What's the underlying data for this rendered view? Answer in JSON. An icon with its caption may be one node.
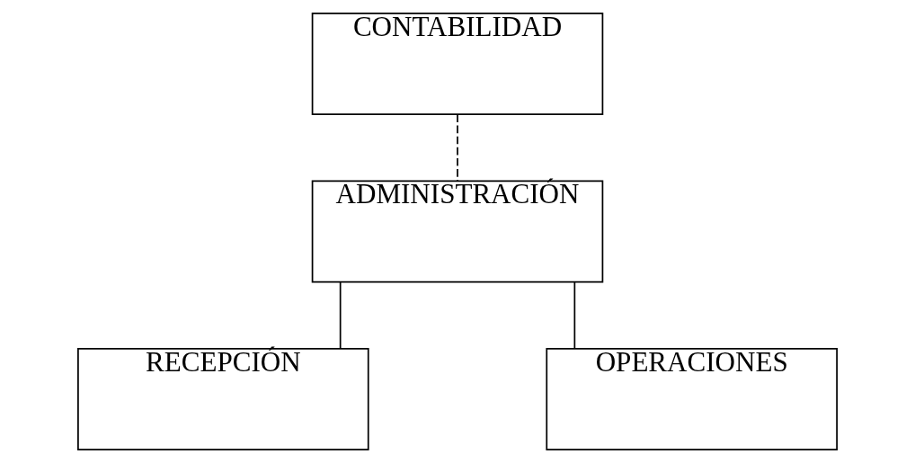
{
  "diagram": {
    "nodes": [
      {
        "text": [
          "ADMINISTRACIÓN"
        ]
      },
      {
        "text": [
          "CONTABILIDAD"
        ]
      },
      {
        "text": [
          "RECEPCIÓN"
        ]
      },
      {
        "text": [
          "OPERACIONES"
        ]
      }
    ],
    "edges": [
      {
        "from": 1,
        "to": 0,
        "arrow": "none",
        "style": "dashed"
      },
      {
        "from": 0,
        "to": 2,
        "arrow": "none"
      },
      {
        "from": 0,
        "to": 3,
        "arrow": "none"
      }
    ]
  }
}
